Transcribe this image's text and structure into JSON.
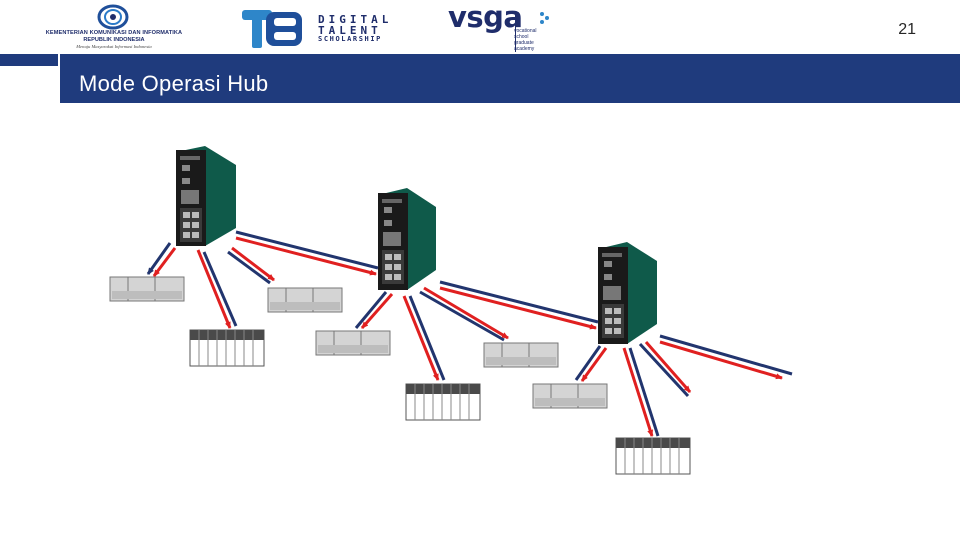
{
  "header": {
    "page_number": "21",
    "logos": {
      "kominfo": {
        "line1": "KEMENTERIAN KOMUNIKASI DAN INFORMATIKA",
        "line2": "REPUBLIK INDONESIA",
        "line3": "Menuju Masyarakat Informasi Indonesia"
      },
      "dts": {
        "word1": "DIGITAL",
        "word2": "TALENT",
        "word3": "SCHOLARSHIP"
      },
      "vsga": {
        "word": "vsga",
        "sub1": "vocational",
        "sub2": "school",
        "sub3": "graduate",
        "sub4": "academy"
      }
    }
  },
  "slide": {
    "title": "Mode Operasi Hub"
  },
  "colors": {
    "band": "#1f3b7d",
    "cable_red": "#e02020",
    "cable_blue": "#22356e",
    "hub_green": "#0f5a4a"
  }
}
